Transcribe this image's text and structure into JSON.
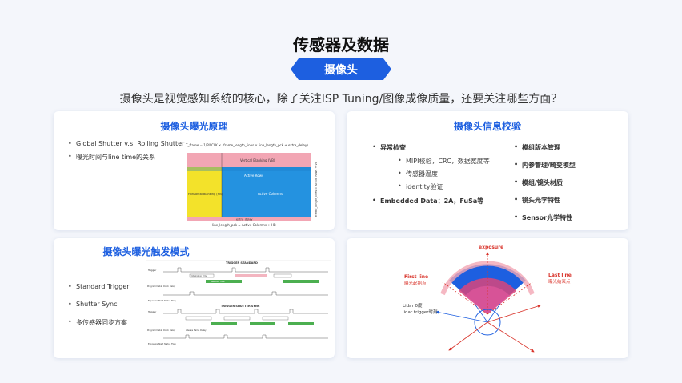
{
  "title": "传感器及数据",
  "banner": "摄像头",
  "question": "摄像头是视觉感知系统的核心，除了关注ISP Tuning/图像成像质量，还要关注哪些方面？",
  "card1": {
    "title": "摄像头曝光原理",
    "bullets": [
      "Global Shutter v.s. Rolling Shutter",
      "曝光时间与line time的关系"
    ],
    "diagram": {
      "formula": "T_frame = 1/PIXCLK × (frame_length_lines × line_length_pck + extra_delay)",
      "vblank": "Vertical Blanking (VB)",
      "active_rows": "Active Rows",
      "hblank": "Horizontal Blanking (HB)",
      "active_columns": "Active Columns",
      "extra_delay": "extra_delay",
      "bottom_label": "line_length_pck = Active Columns + HB",
      "side_label": "frame_length_lines = Active Rows + VB"
    }
  },
  "card2": {
    "title": "摄像头信息校验",
    "left_heading": "异常检查",
    "left_sub": [
      "MIPI校验，CRC，数据宽度等",
      "传感器温度",
      "identity验证"
    ],
    "left_bottom": "Embedded Data：2A，FuSa等",
    "right": [
      "模组版本管理",
      "内参管理/畸变模型",
      "模组/镜头材质",
      "镜头光学特性",
      "Sensor光学特性"
    ]
  },
  "card3": {
    "title": "摄像头曝光触发模式",
    "bullets": [
      "Standard Trigger",
      "Shutter Sync",
      "多传感器同步方案"
    ],
    "diagram": {
      "top_title": "TRIGGER STANDARD",
      "bottom_title": "TRIGGER SHUTTER SYNC",
      "trigger": "Trigger",
      "clock_delay": "Programmable Clock Delay",
      "exposure_flag": "Exposure Start Status Flag",
      "integration": "Integration Time",
      "readout": "Readout Time",
      "always_same": "Always Same Delay"
    }
  },
  "card4": {
    "exposure": "exposure",
    "first_line": "First line",
    "first_line_cn": "曝光起始点",
    "last_line": "Last line",
    "last_line_cn": "曝光结束点",
    "lidar": "Lidar 0度",
    "lidar_trigger": "lidar trigger时刻"
  }
}
